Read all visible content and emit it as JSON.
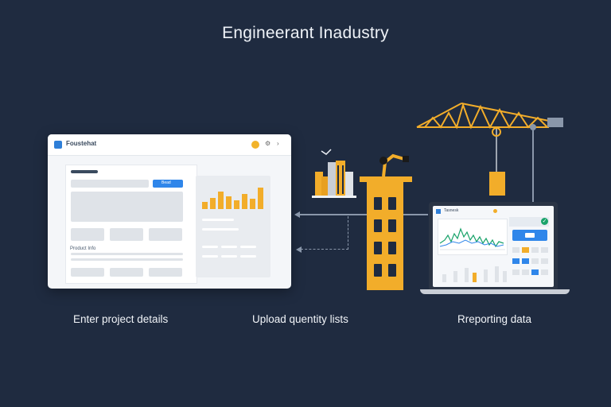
{
  "title": "Engineerant Inadustry",
  "steps": [
    {
      "caption": "Enter project details"
    },
    {
      "caption": "Upload quentity lists"
    },
    {
      "caption": "Rreporting data"
    }
  ],
  "window": {
    "app_name": "Foustehat",
    "button_label": "Bead",
    "form_label": "Product Info"
  },
  "dashboard": {
    "app_name": "Tasnesk"
  },
  "colors": {
    "background": "#1f2b40",
    "accent_yellow": "#f2ad2a",
    "accent_blue": "#2f86ea",
    "arrow": "#8a97aa"
  },
  "icons": [
    "app-logo-icon",
    "crane-icon",
    "building-icon",
    "excavator-icon",
    "check-icon"
  ]
}
